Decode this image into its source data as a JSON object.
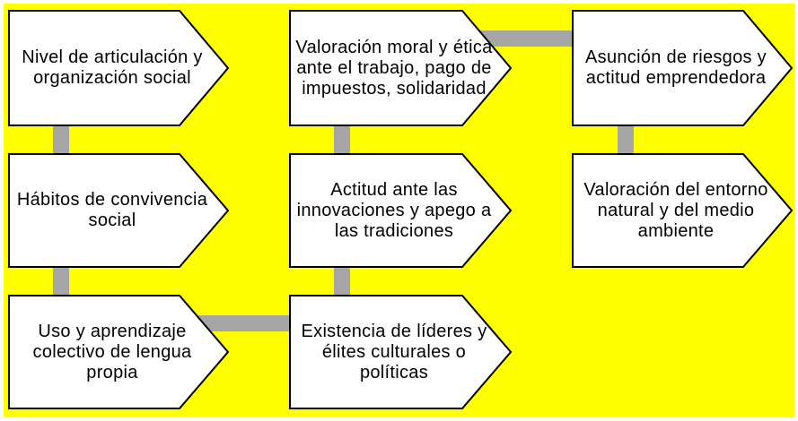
{
  "colors": {
    "background": "#ffff00",
    "connector": "#a6a6a6",
    "node_fill": "#ffffff",
    "node_stroke": "#000000"
  },
  "nodes": [
    {
      "id": "n1",
      "text": "Nivel de articulación y organización social"
    },
    {
      "id": "n2",
      "text": "Hábitos de convivencia social"
    },
    {
      "id": "n3",
      "text": "Uso y aprendizaje colectivo de lengua propia"
    },
    {
      "id": "n4",
      "text": "Valoración moral y ética ante el trabajo, pago de impuestos, solidaridad"
    },
    {
      "id": "n5",
      "text": "Actitud ante las innovaciones y apego a las tradiciones"
    },
    {
      "id": "n6",
      "text": "Existencia de líderes y élites culturales o políticas"
    },
    {
      "id": "n7",
      "text": "Asunción de riesgos y actitud emprendedora"
    },
    {
      "id": "n8",
      "text": "Valoración del entorno natural y del medio ambiente"
    }
  ]
}
